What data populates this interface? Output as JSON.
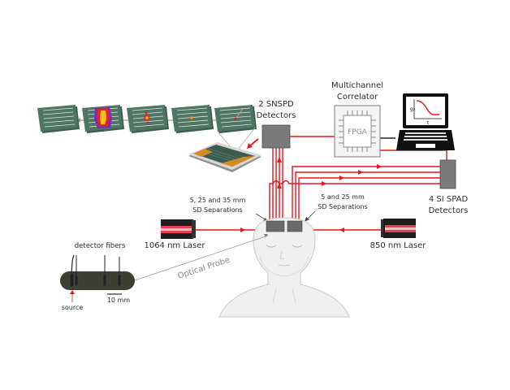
{
  "labels": {
    "snspd": [
      "2 SNSPD",
      "Detectors"
    ],
    "correlator": [
      "Multichannel",
      "Correlator"
    ],
    "fpga": "FPGA",
    "spad": [
      "4 SI SPAD",
      "Detectors"
    ],
    "sd_left": [
      "5, 25 and 35 mm",
      "SD Separations"
    ],
    "sd_right": [
      "5 and 25 mm",
      "SD Separations"
    ],
    "laser_1064": "1064 nm Laser",
    "laser_850": "850 nm Laser",
    "detector_fibers": "detector fibers",
    "source": "source",
    "scale": "10 mm",
    "optical_probe": "Optical Probe",
    "plot_y": "g₂",
    "plot_x": "τ"
  },
  "colors": {
    "fiber": "#e8141b",
    "detector_box": "#7a7a7a",
    "chip": "#4a6e5e",
    "gold": "#d88a1a",
    "probe": "#3d3f33"
  }
}
